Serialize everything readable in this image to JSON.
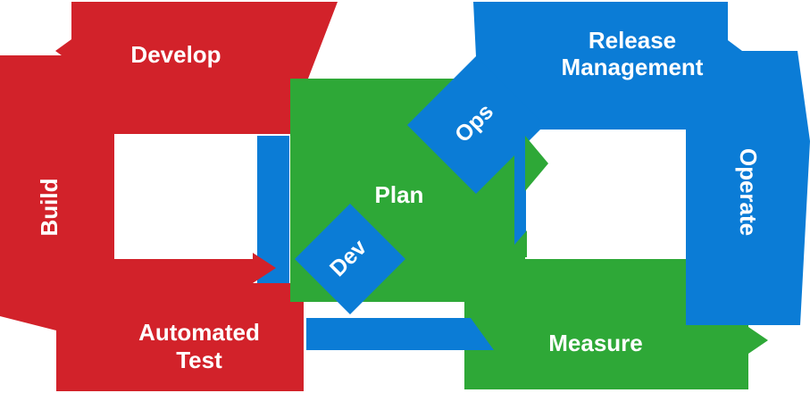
{
  "diagram": {
    "title": "DevOps cycle diagram",
    "labels": {
      "develop": "Develop",
      "build": "Build",
      "automated_test": [
        "Automated",
        "Test"
      ],
      "plan": "Plan",
      "measure": "Measure",
      "release_management": [
        "Release",
        "Management"
      ],
      "operate": "Operate",
      "dev_arrow": "Dev",
      "ops_arrow": "Ops"
    },
    "colors": {
      "dev_cycle_red": "#d2222a",
      "flow_green": "#2ea837",
      "ops_cycle_blue": "#0b7cd6",
      "label_text": "#ffffff"
    }
  }
}
